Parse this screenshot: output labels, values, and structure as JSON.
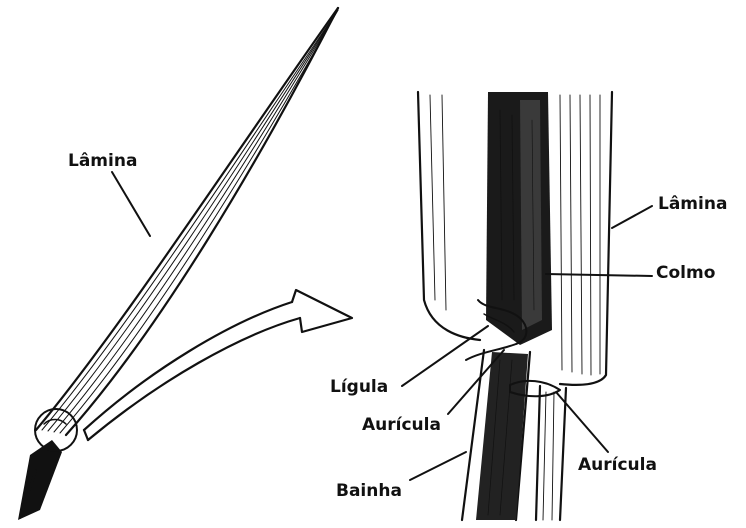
{
  "labels": {
    "lamina_left": "Lâmina",
    "lamina_right": "Lâmina",
    "colmo": "Colmo",
    "ligula": "Lígula",
    "auricula_left": "Aurícula",
    "auricula_right": "Aurícula",
    "bainha": "Bainha"
  },
  "colors": {
    "ink": "#111111",
    "paper": "#ffffff"
  }
}
